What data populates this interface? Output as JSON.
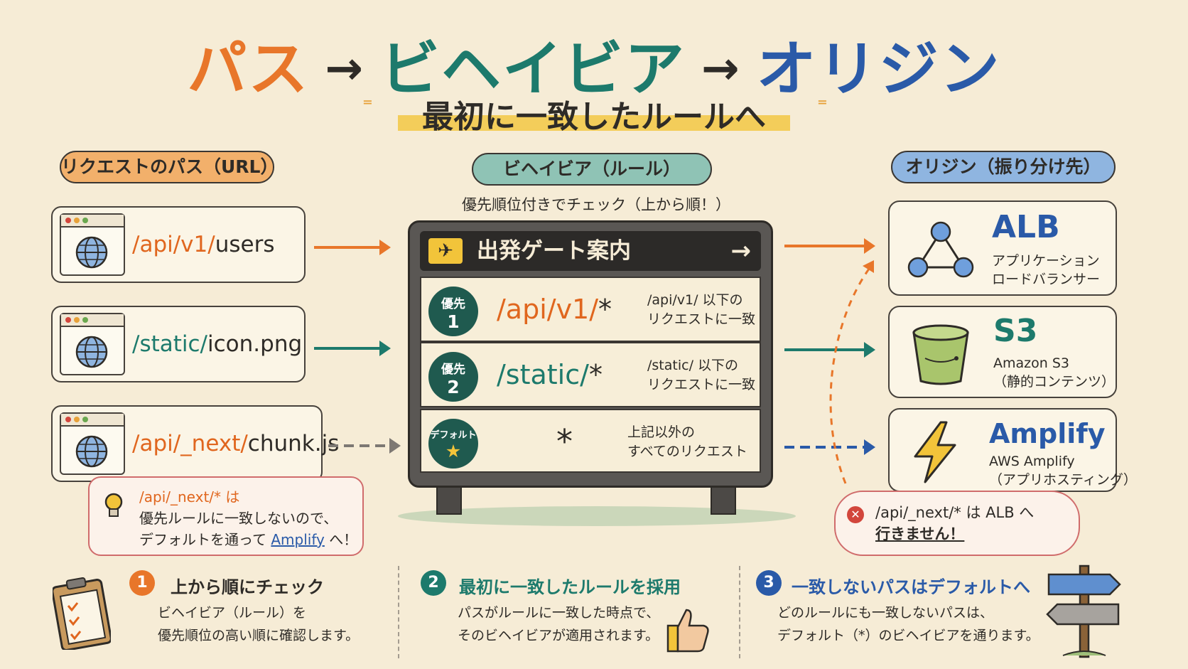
{
  "title": {
    "part1": "パス",
    "part2": "ビヘイビア",
    "part3": "オリジン",
    "arrow": "→"
  },
  "subtitle": "最初に一致したルールへ",
  "sections": {
    "requests": "リクエストのパス（URL）",
    "behaviors": "ビヘイビア（ルール）",
    "behaviors_note": "優先順位付きでチェック（上から順！）",
    "origins": "オリジン（振り分け先）"
  },
  "requests": [
    {
      "prefix": "/api/v1/",
      "suffix": "users"
    },
    {
      "prefix": "/static/",
      "suffix": "icon.png"
    },
    {
      "prefix": "/api/_next/",
      "suffix": "chunk.js"
    }
  ],
  "board": {
    "title": "出発ゲート案内",
    "arrow": "→",
    "rows": [
      {
        "badge_top": "優先",
        "badge_num": "1",
        "pattern": "/api/v1/",
        "star": "*",
        "desc_line1": "/api/v1/ 以下の",
        "desc_line2": "リクエストに一致"
      },
      {
        "badge_top": "優先",
        "badge_num": "2",
        "pattern": "/static/",
        "star": "*",
        "desc_line1": "/static/ 以下の",
        "desc_line2": "リクエストに一致"
      },
      {
        "badge_top": "デフォルト",
        "badge_num": "★",
        "pattern": "",
        "star": "*",
        "desc_line1": "上記以外の",
        "desc_line2": "すべてのリクエスト"
      }
    ]
  },
  "origins": [
    {
      "name": "ALB",
      "line1": "アプリケーション",
      "line2": "ロードバランサー",
      "color": "#2a5aa8"
    },
    {
      "name": "S3",
      "line1": "Amazon S3",
      "line2": "（静的コンテンツ）",
      "color": "#1d7a6c"
    },
    {
      "name": "Amplify",
      "line1": "AWS Amplify",
      "line2": "（アプリホスティング）",
      "color": "#2a5aa8"
    }
  ],
  "callout_left": {
    "line1": "/api/_next/* は",
    "line2": "優先ルールに一致しないので、",
    "line3_pre": "デフォルトを通って",
    "line3_hl": "Amplify",
    "line3_post": "へ！"
  },
  "callout_right": {
    "line1": "/api/_next/* は ALB へ",
    "line2": "行きません！"
  },
  "steps": [
    {
      "num": "1",
      "title": "上から順にチェック",
      "line1": "ビヘイビア（ルール）を",
      "line2": "優先順位の高い順に確認します。",
      "color": "#e8762a"
    },
    {
      "num": "2",
      "title": "最初に一致したルールを採用",
      "line1": "パスがルールに一致した時点で、",
      "line2": "そのビヘイビアが適用されます。",
      "color": "#1d7a6c"
    },
    {
      "num": "3",
      "title": "一致しないパスはデフォルトへ",
      "line1": "どのルールにも一致しないパスは、",
      "line2": "デフォルト（*）のビヘイビアを通ります。",
      "color": "#2a5aa8"
    }
  ],
  "icons": {
    "browser": "browser-window-icon",
    "globe": "globe-icon",
    "plane": "airplane-icon",
    "alb": "load-balancer-icon",
    "s3": "bucket-icon",
    "amplify": "lightning-icon",
    "bulb": "lightbulb-icon",
    "error": "x-circle-icon",
    "clipboard": "clipboard-icon",
    "thumbs": "thumbs-up-icon",
    "signpost": "signpost-icon"
  }
}
